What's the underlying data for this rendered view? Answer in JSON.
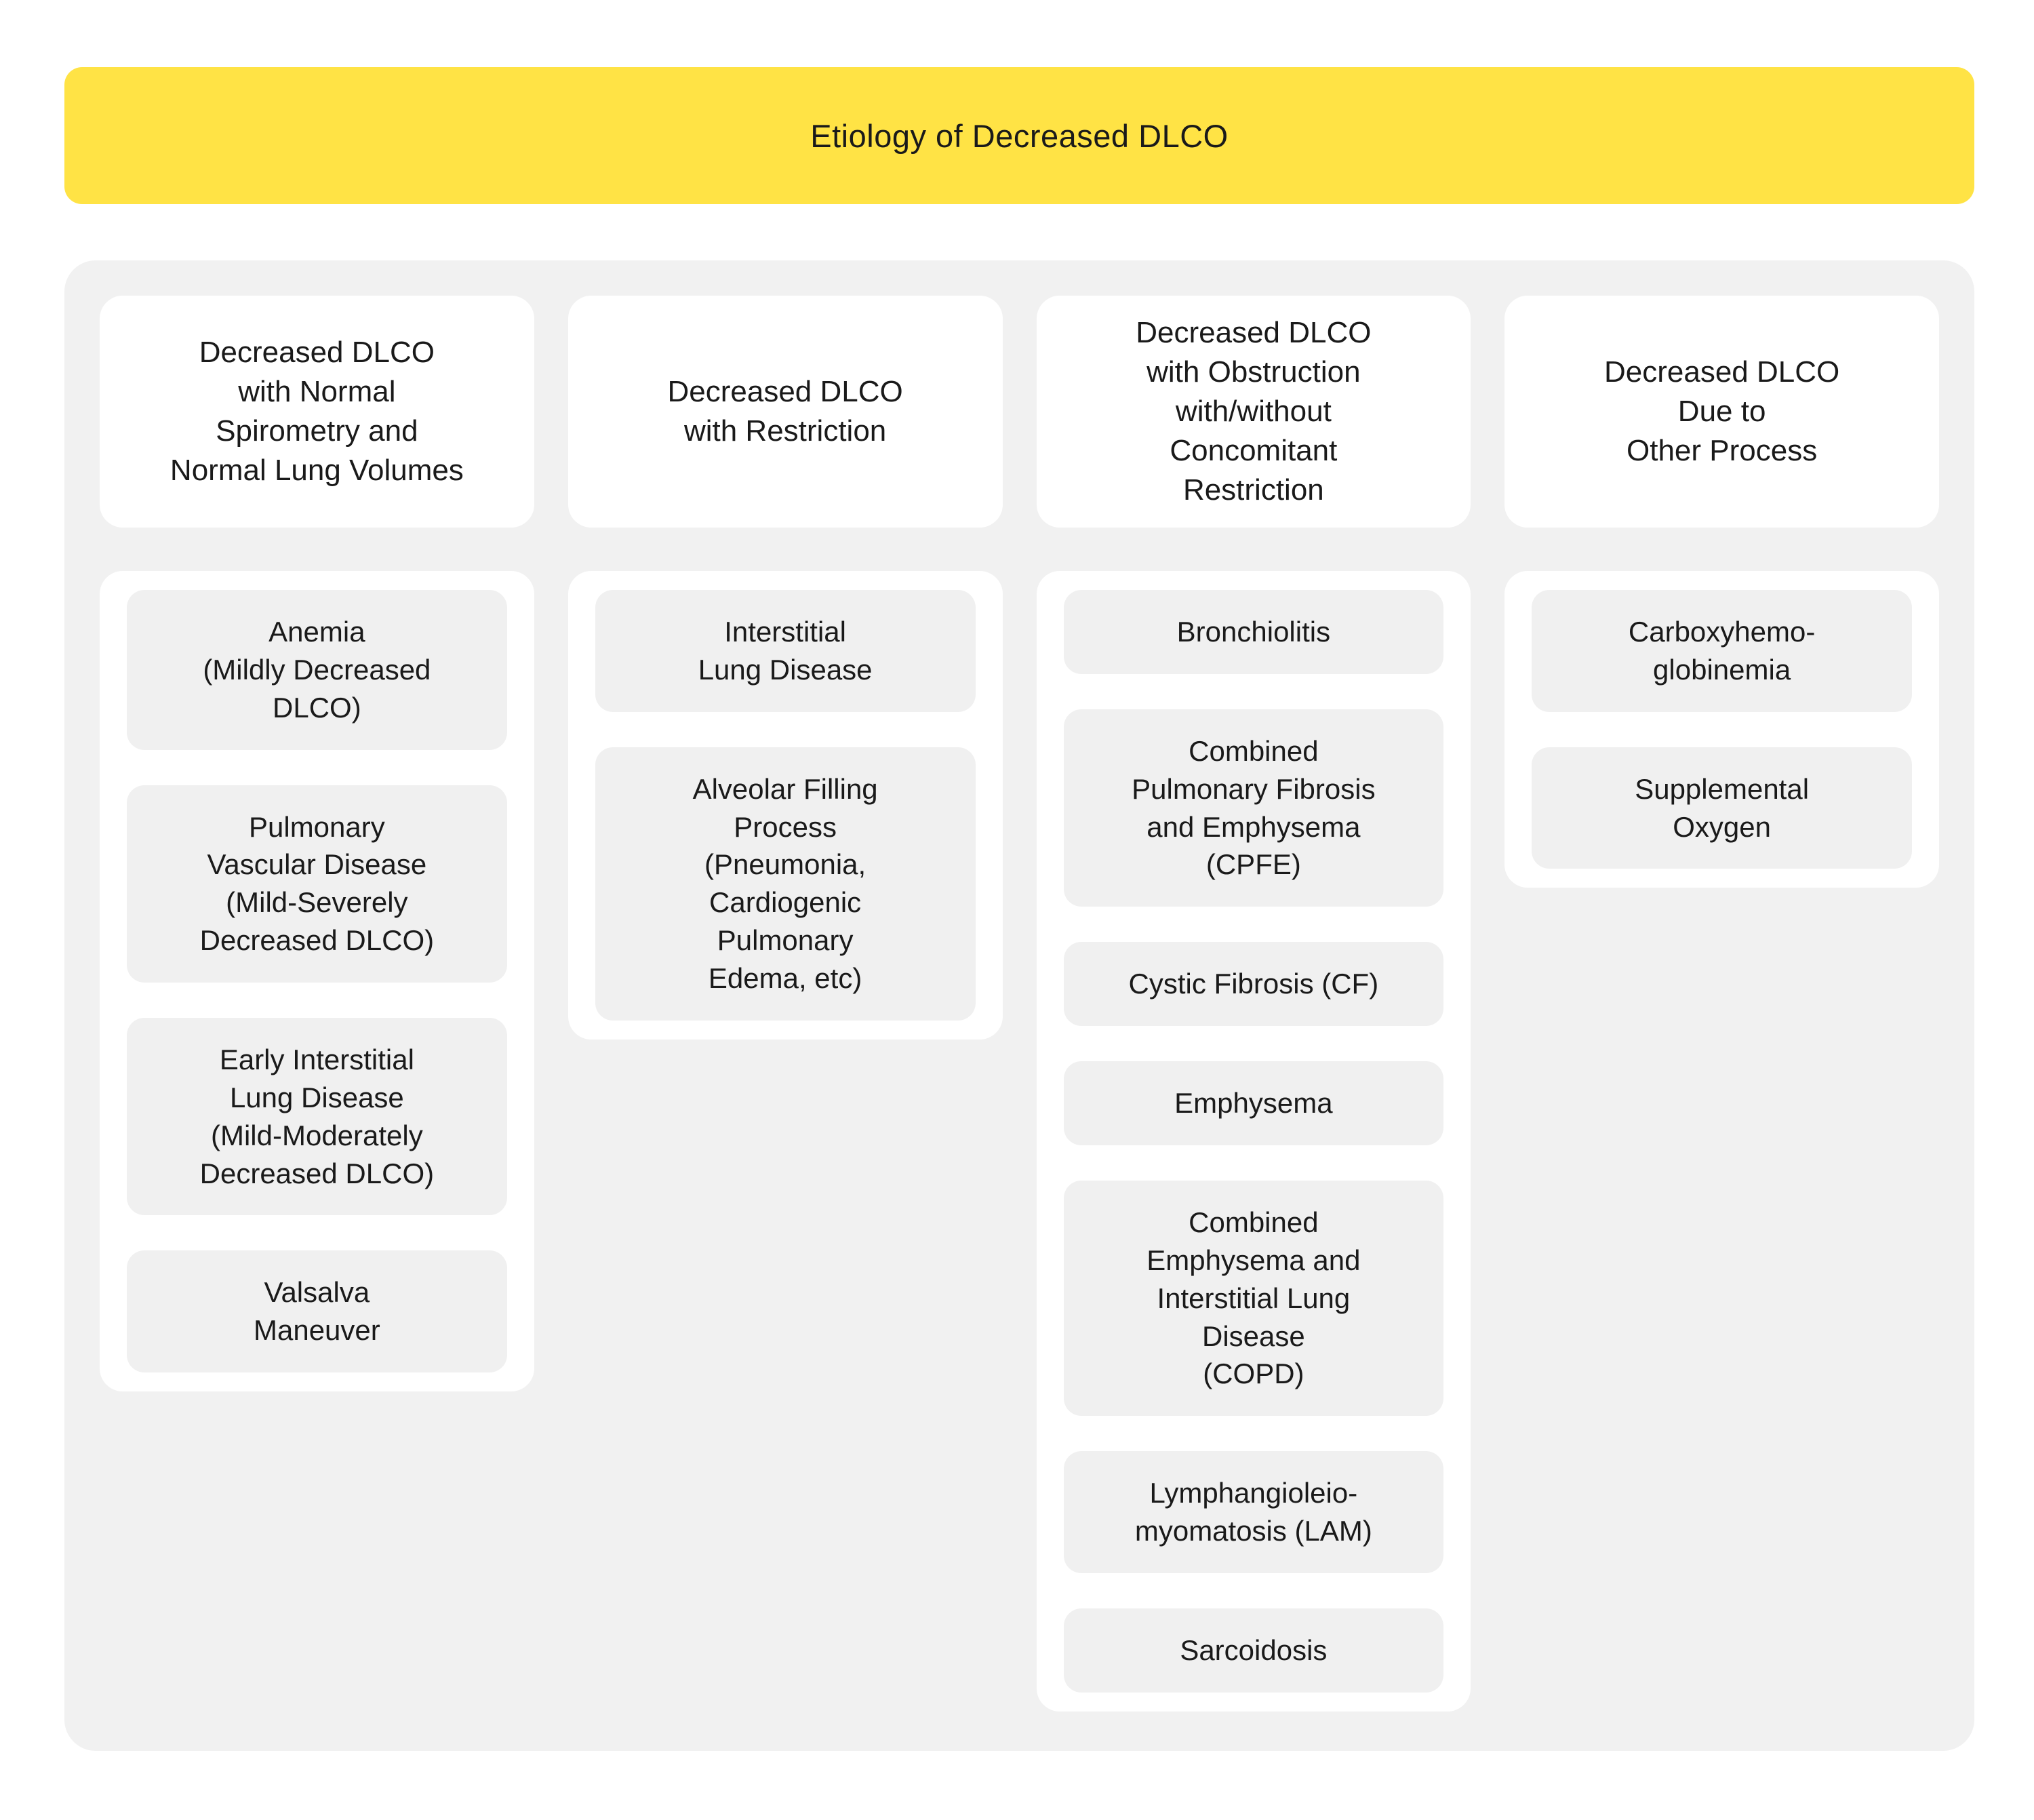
{
  "title": "Etiology of Decreased DLCO",
  "colors": {
    "banner_yellow": "#FFE345",
    "board_gray": "#F1F1F1",
    "item_gray": "#F0F0F0",
    "card_white": "#FFFFFF",
    "text": "#1A1A1A"
  },
  "columns": [
    {
      "header": "Decreased DLCO\nwith Normal\nSpirometry and\nNormal Lung Volumes",
      "items": [
        "Anemia\n(Mildly Decreased\nDLCO)",
        "Pulmonary\nVascular Disease\n(Mild-Severely\nDecreased DLCO)",
        "Early Interstitial\nLung Disease\n(Mild-Moderately\nDecreased DLCO)",
        "Valsalva\nManeuver"
      ]
    },
    {
      "header": "Decreased DLCO\nwith Restriction",
      "items": [
        "Interstitial\nLung Disease",
        "Alveolar Filling\nProcess\n(Pneumonia,\nCardiogenic\nPulmonary\nEdema, etc)"
      ]
    },
    {
      "header": "Decreased DLCO\nwith Obstruction\nwith/without\nConcomitant\nRestriction",
      "items": [
        "Bronchiolitis",
        "Combined\nPulmonary Fibrosis\nand Emphysema\n(CPFE)",
        "Cystic Fibrosis (CF)",
        "Emphysema",
        "Combined\nEmphysema and\nInterstitial Lung\nDisease\n(COPD)",
        "Lymphangioleio-\nmyomatosis (LAM)",
        "Sarcoidosis"
      ]
    },
    {
      "header": "Decreased DLCO\nDue to\nOther Process",
      "items": [
        "Carboxyhemo-\nglobinemia",
        "Supplemental\nOxygen"
      ]
    }
  ]
}
